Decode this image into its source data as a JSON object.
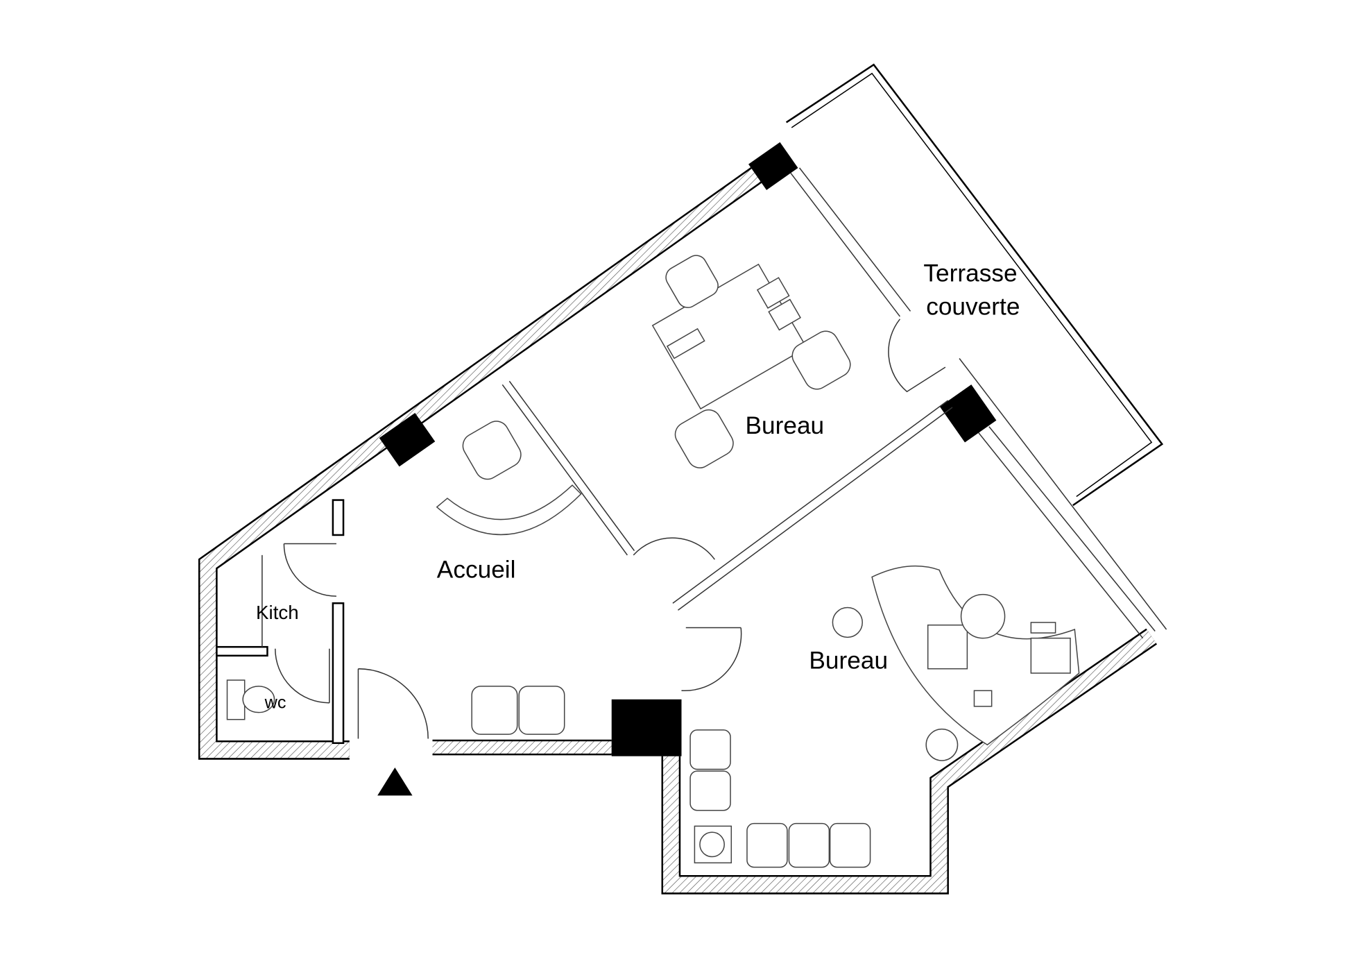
{
  "plan": {
    "rooms": {
      "terrace_line1": "Terrasse",
      "terrace_line2": "couverte",
      "office_top": "Bureau",
      "office_bottom": "Bureau",
      "reception": "Accueil",
      "kitchen": "Kitch",
      "wc": "wc"
    },
    "colors": {
      "wall": "#000000",
      "background": "#ffffff"
    }
  }
}
